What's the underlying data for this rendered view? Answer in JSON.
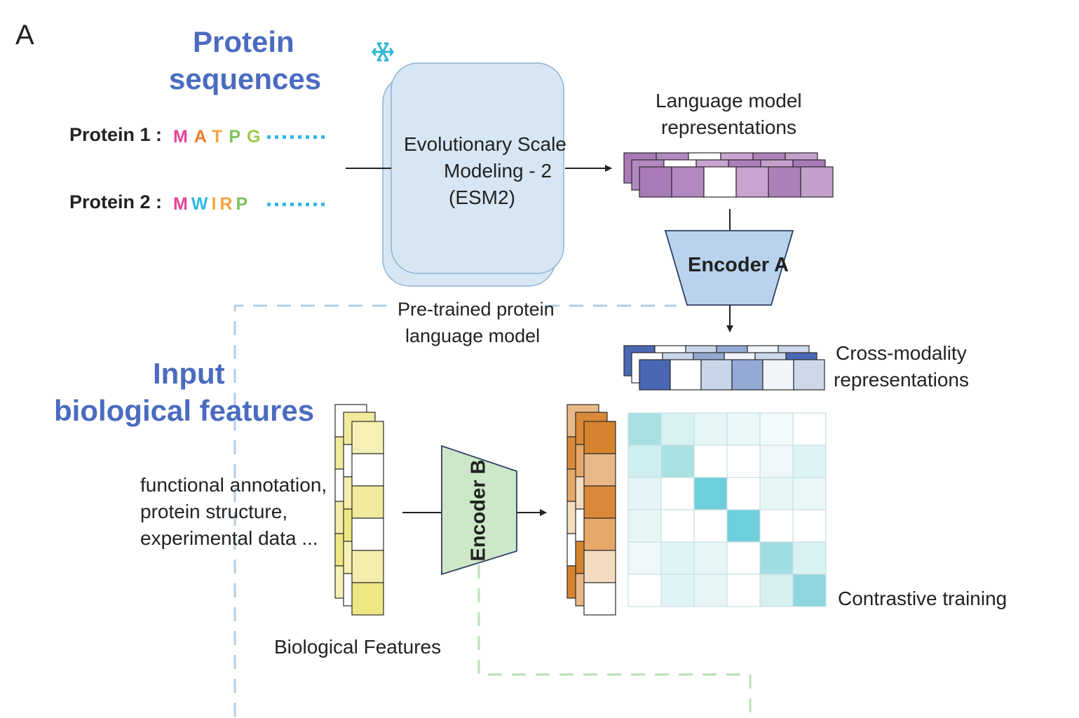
{
  "panel_label": "A",
  "protein_sequences": {
    "title_line1": "Protein",
    "title_line2": "sequences",
    "proteins": [
      {
        "label": "Protein 1 :",
        "residues": [
          {
            "char": "M",
            "color": "#e8419a"
          },
          {
            "char": "A",
            "color": "#f07a2e"
          },
          {
            "char": "T",
            "color": "#f4a43d"
          },
          {
            "char": "P",
            "color": "#7fc15a"
          },
          {
            "char": "G",
            "color": "#9cc84a"
          }
        ],
        "ellipsis_color": "#31b7e8"
      },
      {
        "label": "Protein 2 :",
        "residues": [
          {
            "char": "M",
            "color": "#e8419a"
          },
          {
            "char": "W",
            "color": "#31b7e8"
          },
          {
            "char": "I",
            "color": "#f4a43d"
          },
          {
            "char": "R",
            "color": "#f4a43d"
          },
          {
            "char": "P",
            "color": "#7fc15a"
          }
        ],
        "ellipsis_color": "#31b7e8"
      }
    ]
  },
  "esm": {
    "line1": "Evolutionary Scale",
    "line2": "Modeling - 2",
    "line3": "(ESM2)",
    "caption_line1": "Pre-trained protein",
    "caption_line2": "language model",
    "frozen_icon": "snowflake-icon",
    "box_color": "#d6e6f3"
  },
  "language_model": {
    "title_line1": "Language model",
    "title_line2": "representations",
    "cell_colors": [
      "#a97ab8",
      "#b288c1",
      "#ffffff",
      "#c9a3d1",
      "#ad80bb",
      "#c4a0cc"
    ]
  },
  "encoder_a": {
    "label": "Encoder A",
    "color": "#b9d3ee"
  },
  "cross_modality": {
    "title_line1": "Cross-modality",
    "title_line2": "representations",
    "cell_colors": [
      "#4a67b3",
      "#ffffff",
      "#c9d6ea",
      "#94a9d4",
      "#f1f4f9",
      "#cdd8ea"
    ]
  },
  "input_features": {
    "title_line1": "Input",
    "title_line2": "biological features",
    "desc_line1": "functional annotation,",
    "desc_line2": "protein structure,",
    "desc_line3": "experimental data ...",
    "caption": "Biological Features",
    "cell_colors": [
      "#f6f0b4",
      "#ffffff",
      "#f1ea9c",
      "#ffffff",
      "#f3ecab",
      "#ede682"
    ]
  },
  "encoder_b": {
    "label": "Encoder B",
    "color": "#cde8c8"
  },
  "encoded_features": {
    "cell_colors": [
      "#d6832f",
      "#e9b888",
      "#d98937",
      "#e5a869",
      "#f4dcc0",
      "#ffffff"
    ]
  },
  "contrastive": {
    "caption": "Contrastive training",
    "matrix": [
      [
        "#a8dfe3",
        "#d7f0f2",
        "#e6f6f7",
        "#eaf7f8",
        "#f2fafb",
        "#ffffff"
      ],
      [
        "#cfeef0",
        "#a9e0e2",
        "#ffffff",
        "#ffffff",
        "#eef8f9",
        "#ddf2f4"
      ],
      [
        "#e3f5f6",
        "#ffffff",
        "#6dcfdb",
        "#ffffff",
        "#e6f6f7",
        "#e9f7f8"
      ],
      [
        "#e6f6f7",
        "#ffffff",
        "#ffffff",
        "#6dcfdb",
        "#ffffff",
        "#ffffff"
      ],
      [
        "#eef8f9",
        "#e1f4f5",
        "#e6f6f7",
        "#ffffff",
        "#a0dde2",
        "#d9f1f3"
      ],
      [
        "#ffffff",
        "#e1f4f5",
        "#e6f6f7",
        "#ffffff",
        "#d6f0f2",
        "#8fd7de"
      ]
    ]
  }
}
